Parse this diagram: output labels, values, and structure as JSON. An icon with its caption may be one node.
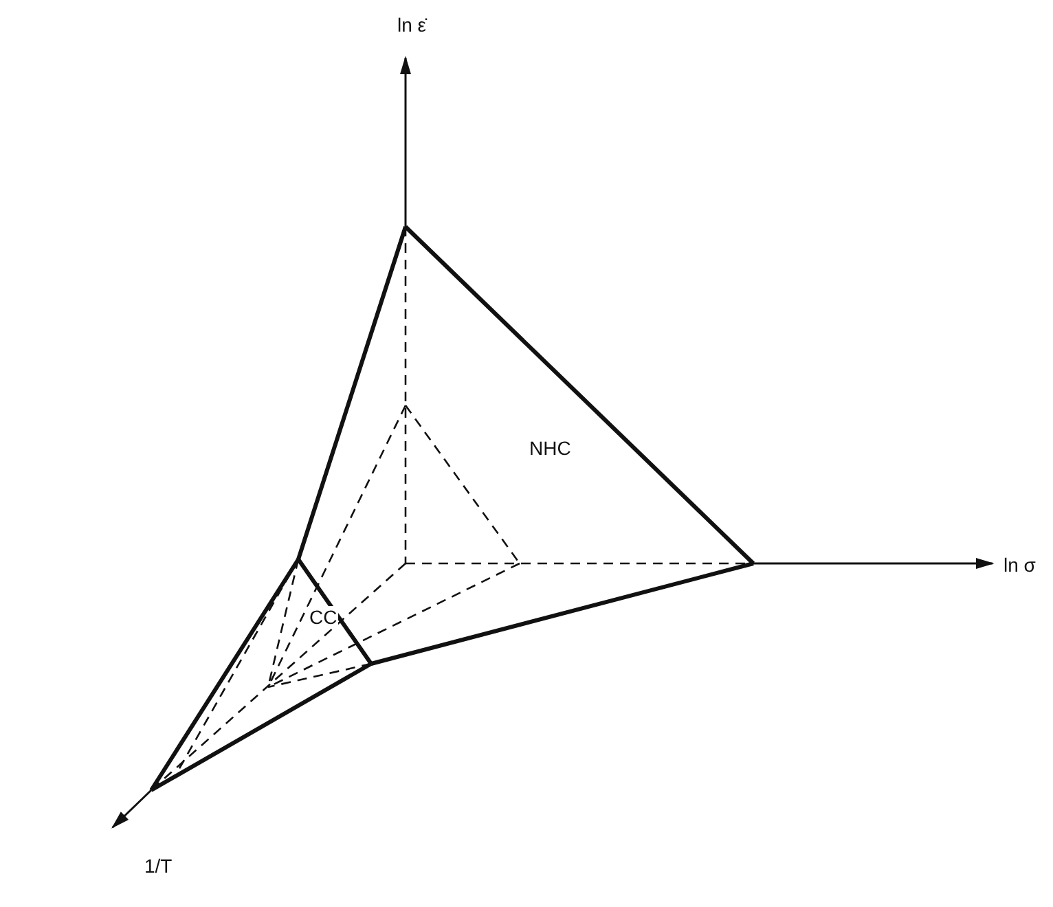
{
  "diagram": {
    "labels": [
      "ln ε̇",
      "NHC",
      "ln σ",
      "CC",
      "1/T"
    ]
  }
}
